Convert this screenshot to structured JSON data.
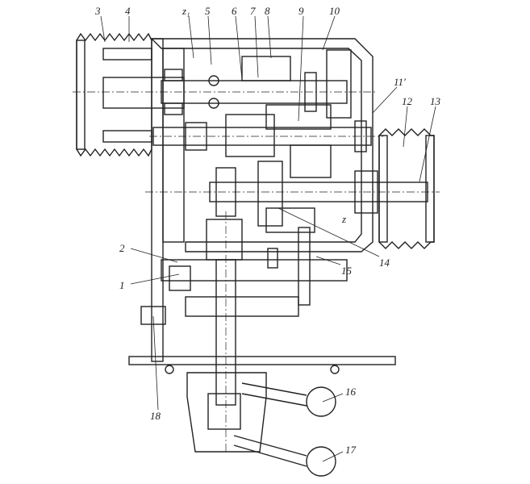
{
  "labels": {
    "l3": "3",
    "l4": "4",
    "lz1": "z₁",
    "l5": "5",
    "l6": "6",
    "l7": "7",
    "l8": "8",
    "l9": "9",
    "l10": "10",
    "l11": "11'",
    "l12": "12",
    "l13": "13",
    "lz": "z",
    "l14": "14",
    "l15": "15",
    "l2": "2",
    "l1": "1",
    "l16": "16",
    "l17": "17",
    "l18": "18"
  }
}
